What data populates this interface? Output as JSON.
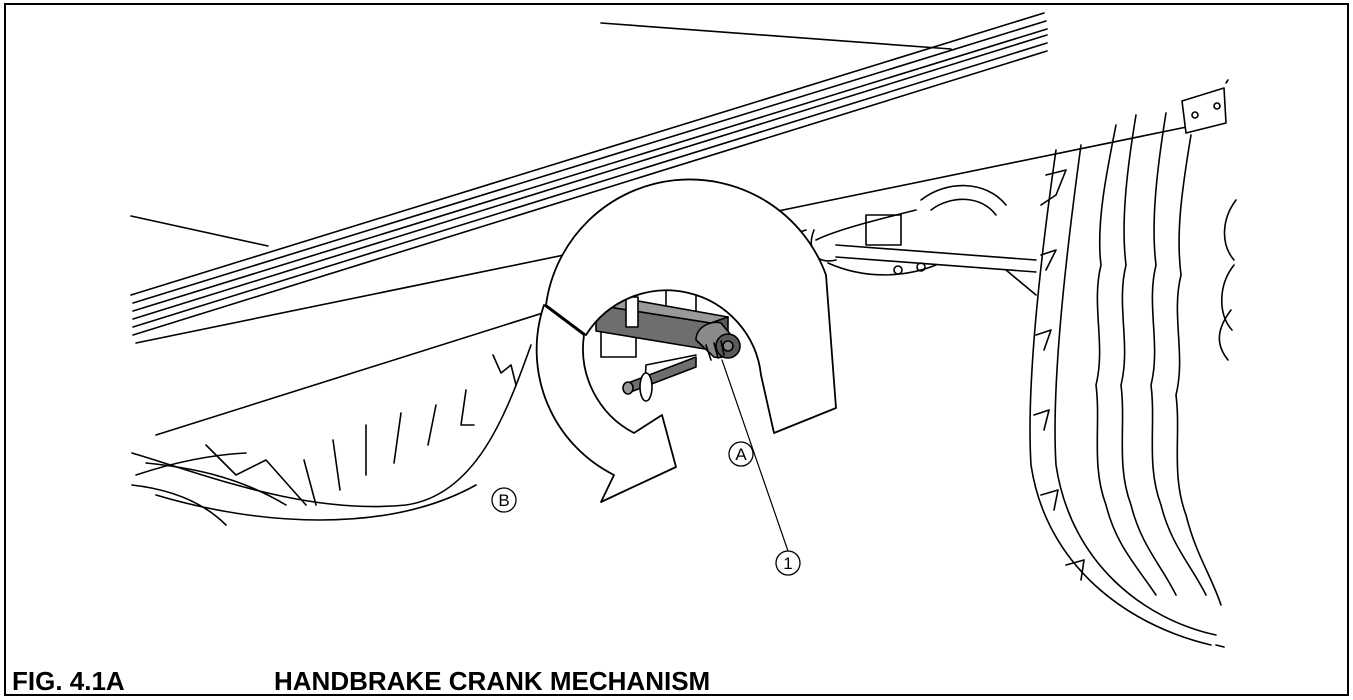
{
  "figure": {
    "number": "FIG. 4.1A",
    "title": "HANDBRAKE CRANK MECHANISM"
  },
  "callouts": {
    "part_1": "1",
    "direction_a": "A",
    "direction_b": "B"
  },
  "colors": {
    "line": "#000000",
    "background": "#ffffff",
    "shaft_fill": "#6e6e6e",
    "arrow_fill": "#ffffff"
  },
  "icons": {
    "rotation_a": "curved-arrow-clockwise",
    "rotation_b": "curved-arrow-counterclockwise"
  }
}
